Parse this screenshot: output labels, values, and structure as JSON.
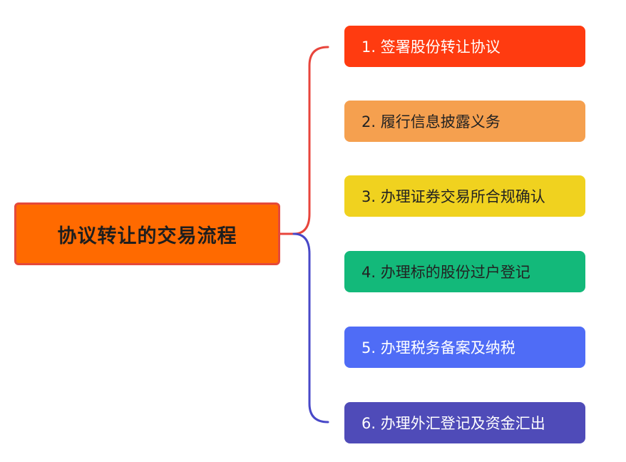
{
  "root": {
    "label": "协议转让的交易流程"
  },
  "steps": [
    {
      "label": "1. 签署股份转让协议",
      "color": "#ff3b10",
      "text_color": "#ffffff"
    },
    {
      "label": "2. 履行信息披露义务",
      "color": "#f5a04f",
      "text_color": "#222222"
    },
    {
      "label": "3. 办理证券交易所合规确认",
      "color": "#f0d21f",
      "text_color": "#222222"
    },
    {
      "label": "4. 办理标的股份过户登记",
      "color": "#13b97a",
      "text_color": "#222222"
    },
    {
      "label": "5. 办理税务备案及纳税",
      "color": "#4f6cf6",
      "text_color": "#ffffff"
    },
    {
      "label": "6. 办理外汇登记及资金汇出",
      "color": "#4f4bb8",
      "text_color": "#ffffff"
    }
  ],
  "connector_colors": {
    "upper": "#e8453c",
    "lower": "#4848c8"
  }
}
